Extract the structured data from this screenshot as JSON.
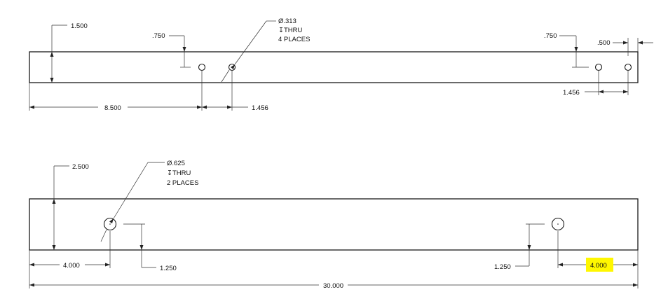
{
  "top_view": {
    "height_dim": "1.500",
    "left_hole_offset_dim": ".750",
    "right_hole_offset_dim": ".750",
    "end_offset_dim": ".500",
    "hole_spacing_left_dim": "1.456",
    "hole_spacing_right_dim": "1.456",
    "first_hole_dim": "8.500",
    "hole_note": {
      "diameter": "Ø.313",
      "depth": "↧THRU",
      "count": "4 PLACES"
    }
  },
  "bottom_view": {
    "height_dim": "2.500",
    "left_hole_dim": "4.000",
    "left_hole_vert_dim": "1.250",
    "right_hole_vert_dim": "1.250",
    "right_hole_dim": "4.000",
    "overall_length_dim": "30.000",
    "hole_note": {
      "diameter": "Ø.625",
      "depth": "↧THRU",
      "count": "2 PLACES"
    }
  },
  "highlight_color": "#fff700"
}
